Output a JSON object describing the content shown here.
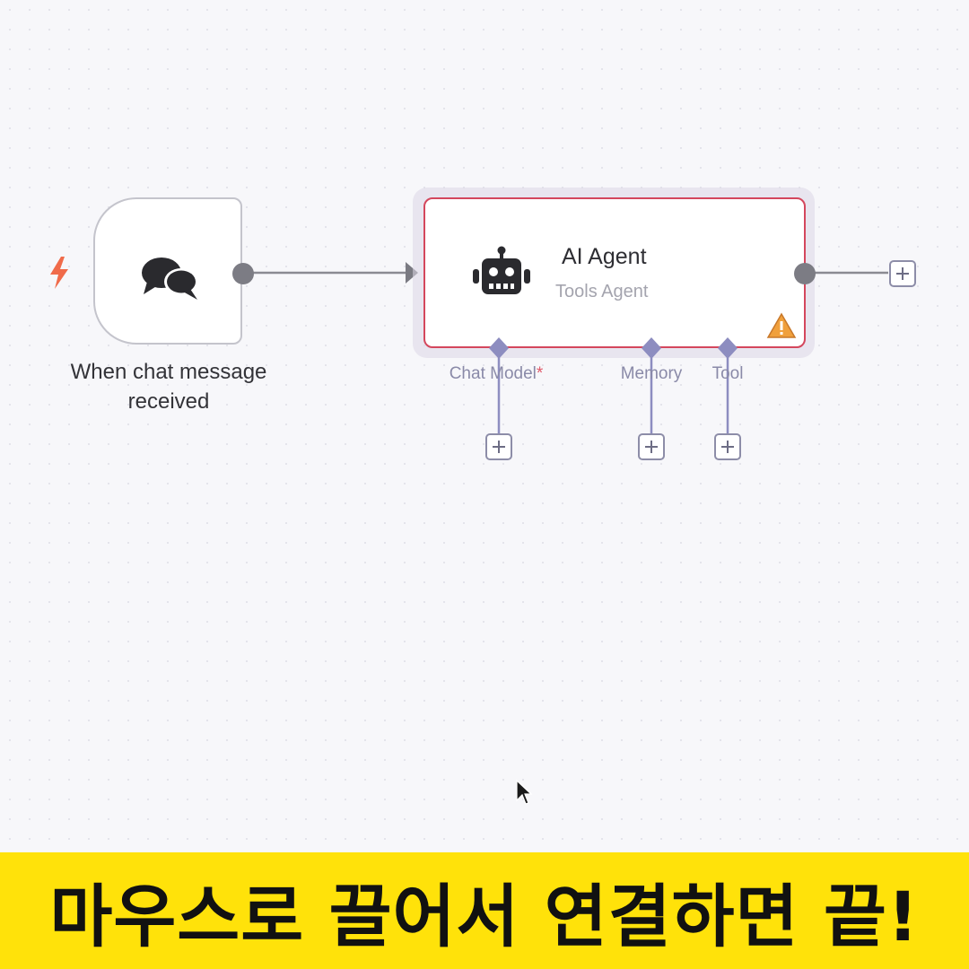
{
  "trigger_node": {
    "label": "When chat message received",
    "icon": "chat-bubbles-icon",
    "trigger_icon": "lightning-bolt-icon"
  },
  "agent_node": {
    "title": "AI Agent",
    "subtitle": "Tools Agent",
    "icon": "robot-icon",
    "status_icon": "warning-icon",
    "ports": [
      {
        "label": "Chat Model",
        "required_mark": "*"
      },
      {
        "label": "Memory",
        "required_mark": ""
      },
      {
        "label": "Tool",
        "required_mark": ""
      }
    ]
  },
  "banner": {
    "text": "마우스로 끌어서 연결하면 끝!"
  },
  "colors": {
    "error_border": "#d4475d",
    "port": "#8d8dc0",
    "banner_bg": "#ffe20a",
    "trigger_bolt": "#f06b4a"
  }
}
